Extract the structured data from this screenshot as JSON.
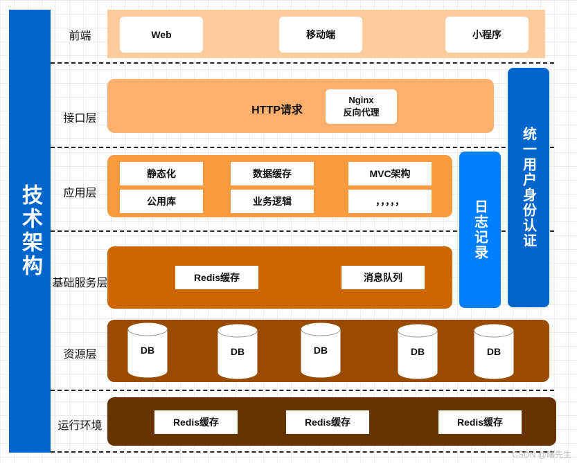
{
  "title": "技术架构",
  "layers": {
    "frontend": {
      "label": "前端",
      "items": [
        "Web",
        "移动端",
        "小程序"
      ]
    },
    "interface": {
      "label": "接口层",
      "request": "HTTP请求",
      "proxy": "Nginx\n反向代理"
    },
    "application": {
      "label": "应用层",
      "items": [
        "静态化",
        "数据缓存",
        "MVC架构",
        "公用库",
        "业务逻辑",
        "，，，，，"
      ]
    },
    "base_service": {
      "label": "基础服务层",
      "items": [
        "Redis缓存",
        "消息队列"
      ]
    },
    "resource": {
      "label": "资源层",
      "db_label": "DB"
    },
    "runtime": {
      "label": "运行环境",
      "items": [
        "Redis缓存",
        "Redis缓存",
        "Redis缓存"
      ]
    }
  },
  "side": {
    "log": "日志记录",
    "auth": "统一用户身份认证"
  },
  "watermark": "CSDN @曙先生",
  "colors": {
    "frontend_band": "#fdcb9c",
    "interface_band": "#fdb06e",
    "application_band": "#fb9a3e",
    "base_band": "#cc6600",
    "resource_band": "#994c00",
    "runtime_band": "#663300",
    "log_bar": "#007fff",
    "auth_bar": "#0066cc",
    "title_bar": "#0066cc"
  }
}
